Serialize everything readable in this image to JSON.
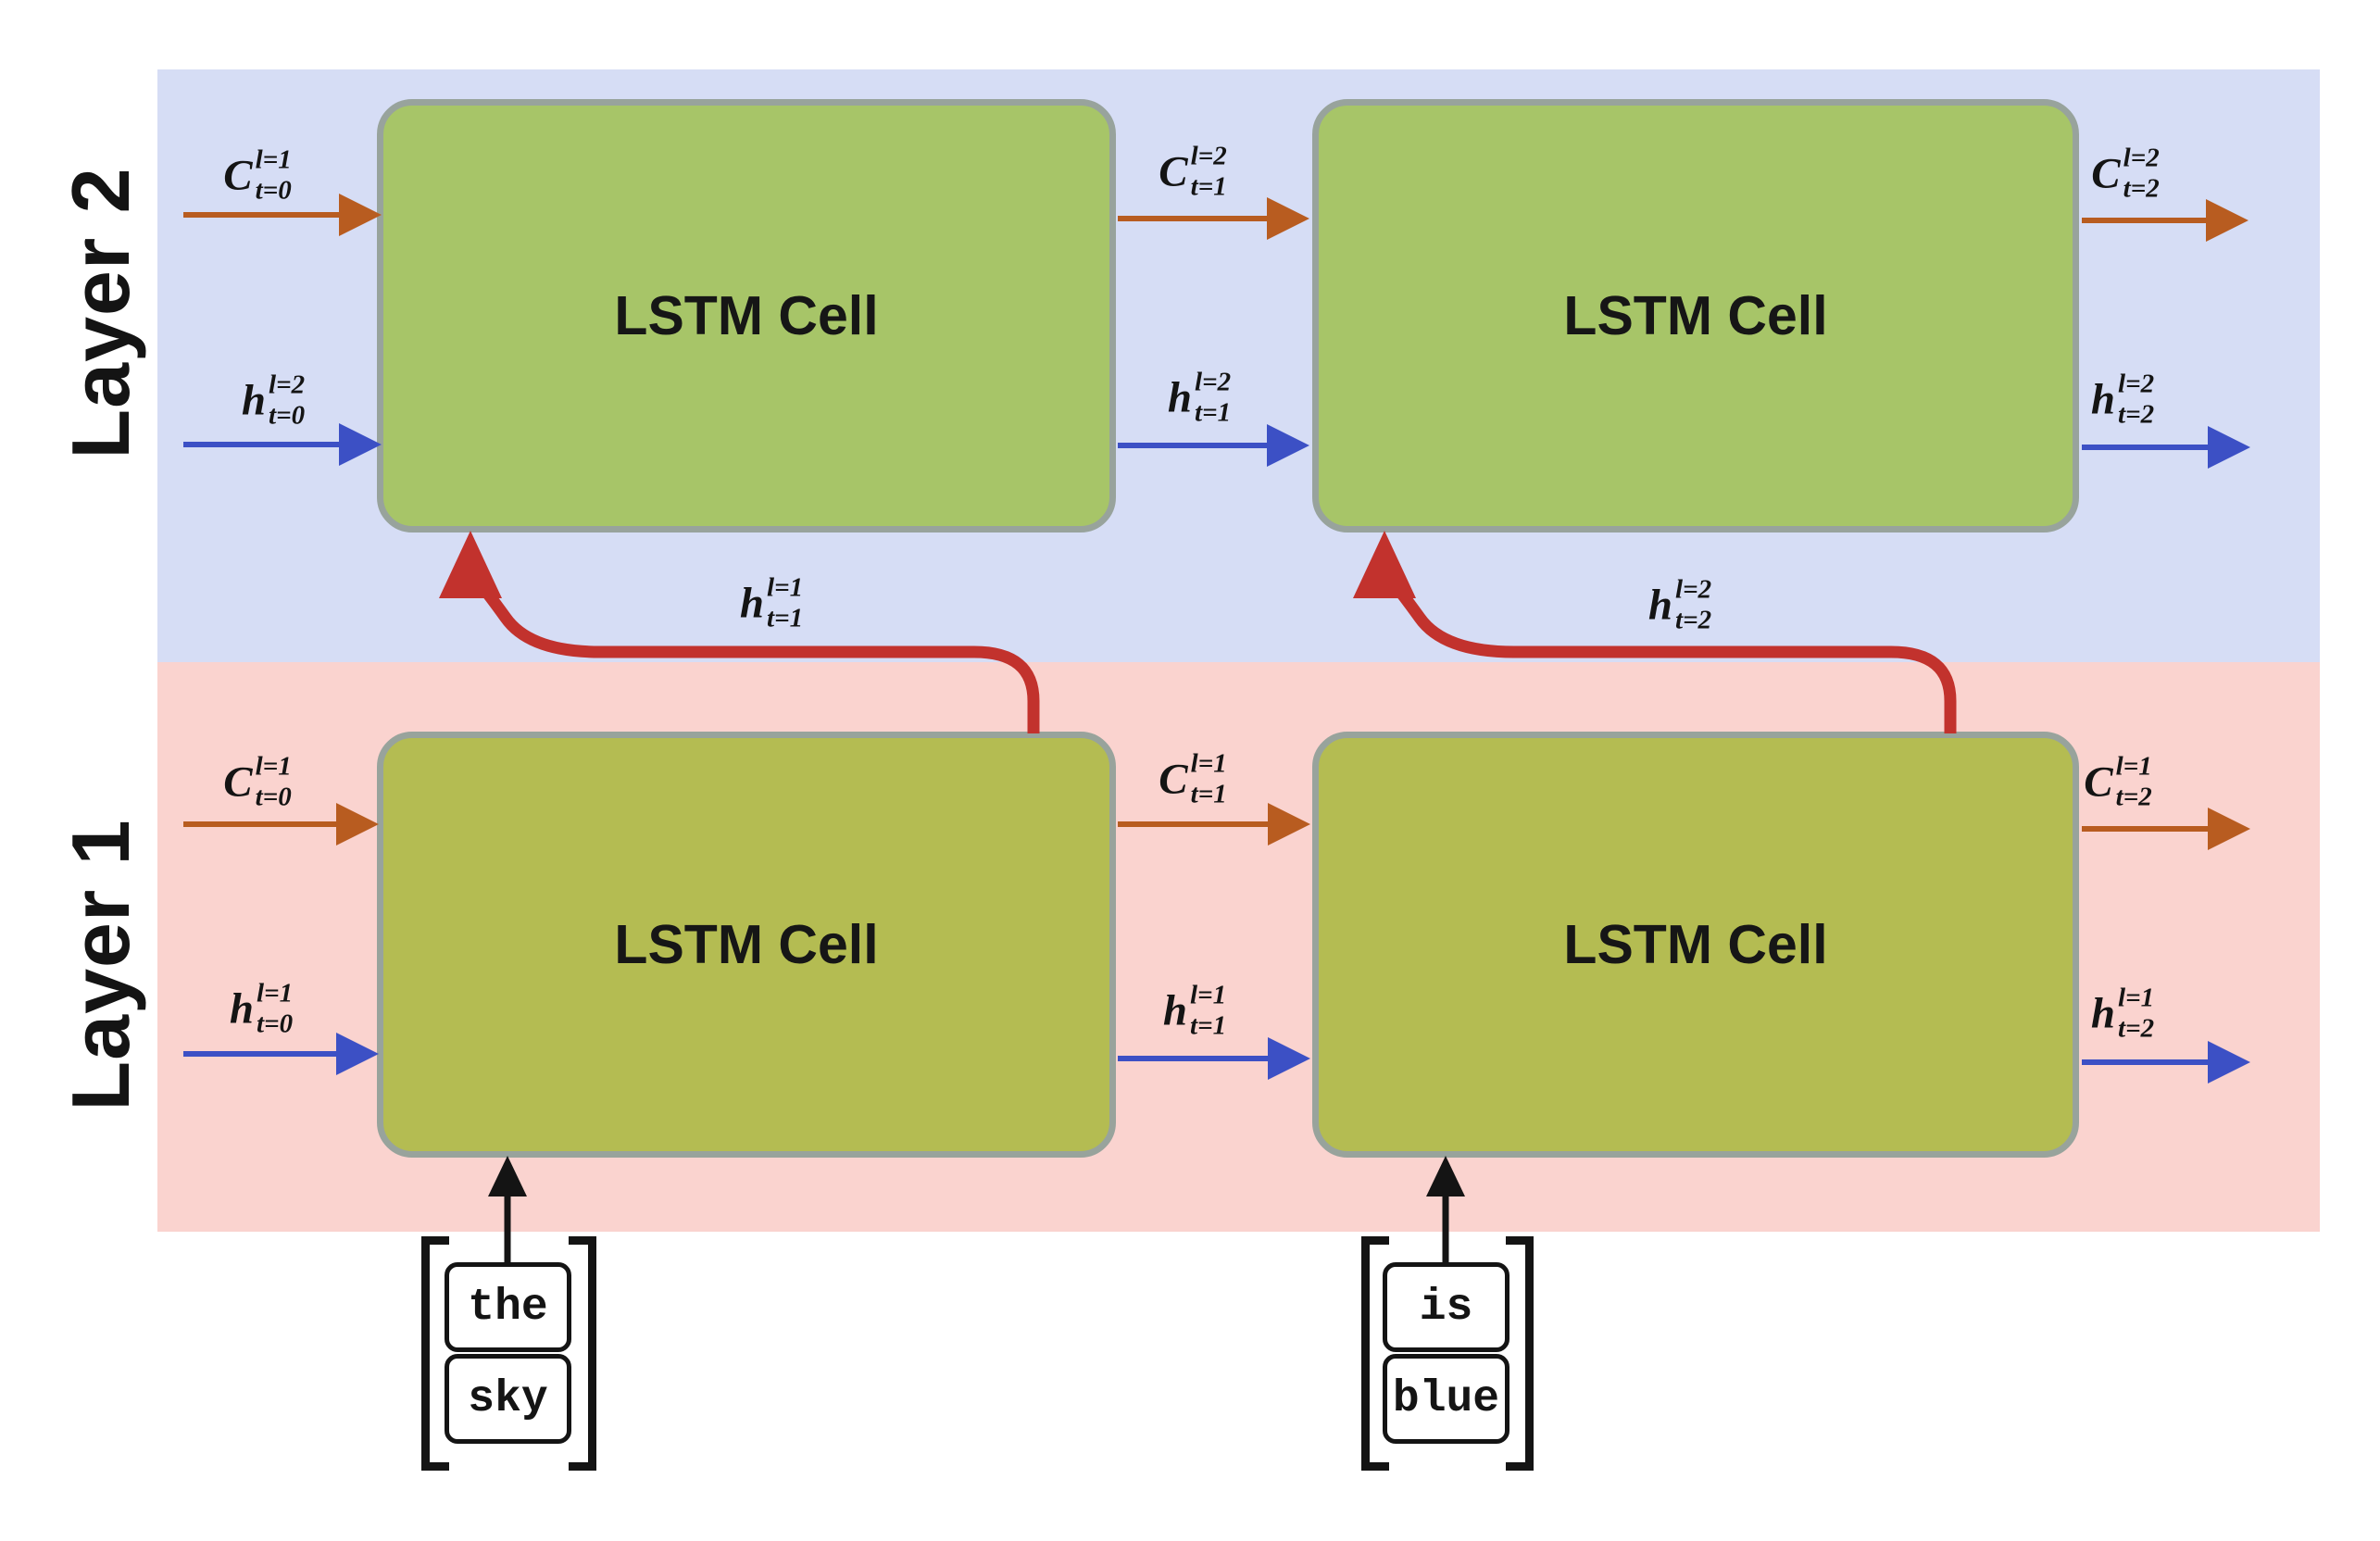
{
  "diagram_title": "",
  "layers": [
    {
      "label": "Layer 2"
    },
    {
      "label": "Layer 1"
    }
  ],
  "cell_label": "LSTM Cell",
  "labels": {
    "l2_c_in": {
      "base": "C",
      "sup": "l=1",
      "sub": "t=0"
    },
    "l2_h_in": {
      "base": "h",
      "sup": "l=2",
      "sub": "t=0"
    },
    "l2_c_mid": {
      "base": "C",
      "sup": "l=2",
      "sub": "t=1"
    },
    "l2_h_mid": {
      "base": "h",
      "sup": "l=2",
      "sub": "t=1"
    },
    "l2_c_out": {
      "base": "C",
      "sup": "l=2",
      "sub": "t=2"
    },
    "l2_h_out": {
      "base": "h",
      "sup": "l=2",
      "sub": "t=2"
    },
    "l1_c_in": {
      "base": "C",
      "sup": "l=1",
      "sub": "t=0"
    },
    "l1_h_in": {
      "base": "h",
      "sup": "l=1",
      "sub": "t=0"
    },
    "l1_c_mid": {
      "base": "C",
      "sup": "l=1",
      "sub": "t=1"
    },
    "l1_h_mid": {
      "base": "h",
      "sup": "l=1",
      "sub": "t=1"
    },
    "l1_c_out": {
      "base": "C",
      "sup": "l=1",
      "sub": "t=2"
    },
    "l1_h_out": {
      "base": "h",
      "sup": "l=1",
      "sub": "t=2"
    },
    "up_t1": {
      "base": "h",
      "sup": "l=1",
      "sub": "t=1"
    },
    "up_t2": {
      "base": "h",
      "sup": "l=2",
      "sub": "t=2"
    }
  },
  "inputs": [
    {
      "words": [
        "the",
        "sky"
      ]
    },
    {
      "words": [
        "is",
        "blue"
      ]
    }
  ],
  "colors": {
    "band_layer2": "#d6ddf5",
    "band_layer1": "#fad3cf",
    "cell_top": "#a7c568",
    "cell_bottom": "#b4bc52",
    "cell_border": "#98a39c",
    "arrow_c": "#b85c20",
    "arrow_h": "#3c50c5",
    "arrow_up": "#c2322d",
    "ink": "#141414"
  }
}
